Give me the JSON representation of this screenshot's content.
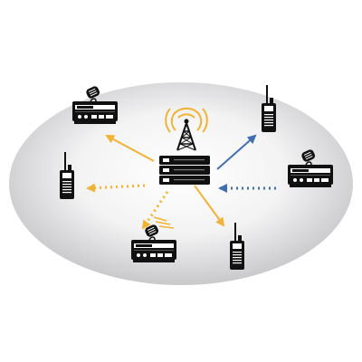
{
  "diagram": {
    "colors": {
      "background": "#ffffff",
      "ellipse_center": "#ffffff",
      "ellipse_edge": "#c9c9cc",
      "orange_arrow": "#f2b334",
      "blue_arrow": "#3f6fb0",
      "equipment": "#111111",
      "tower_signal": "#f2b334"
    },
    "nodes": [
      {
        "id": "repeater",
        "icon": "repeater-rack-icon"
      },
      {
        "id": "tower",
        "icon": "radio-tower-icon"
      },
      {
        "id": "mobile-top-left",
        "icon": "mobile-radio-icon"
      },
      {
        "id": "handheld-left",
        "icon": "handheld-radio-icon"
      },
      {
        "id": "mobile-bottom",
        "icon": "mobile-radio-icon"
      },
      {
        "id": "handheld-bottom-right",
        "icon": "handheld-radio-icon"
      },
      {
        "id": "handheld-top-right",
        "icon": "handheld-radio-icon"
      },
      {
        "id": "mobile-right",
        "icon": "mobile-radio-icon"
      }
    ],
    "links": [
      {
        "from": "repeater",
        "to": "mobile-top-left",
        "color": "orange",
        "style": "solid"
      },
      {
        "from": "repeater",
        "to": "handheld-left",
        "color": "orange",
        "style": "dotted"
      },
      {
        "from": "repeater",
        "to": "mobile-bottom",
        "color": "orange",
        "style": "dotted"
      },
      {
        "from": "repeater",
        "to": "handheld-bottom-right",
        "color": "orange",
        "style": "solid"
      },
      {
        "from": "repeater",
        "to": "handheld-top-right",
        "color": "blue",
        "style": "solid"
      },
      {
        "from": "mobile-right",
        "to": "repeater",
        "color": "blue",
        "style": "dotted"
      }
    ]
  }
}
